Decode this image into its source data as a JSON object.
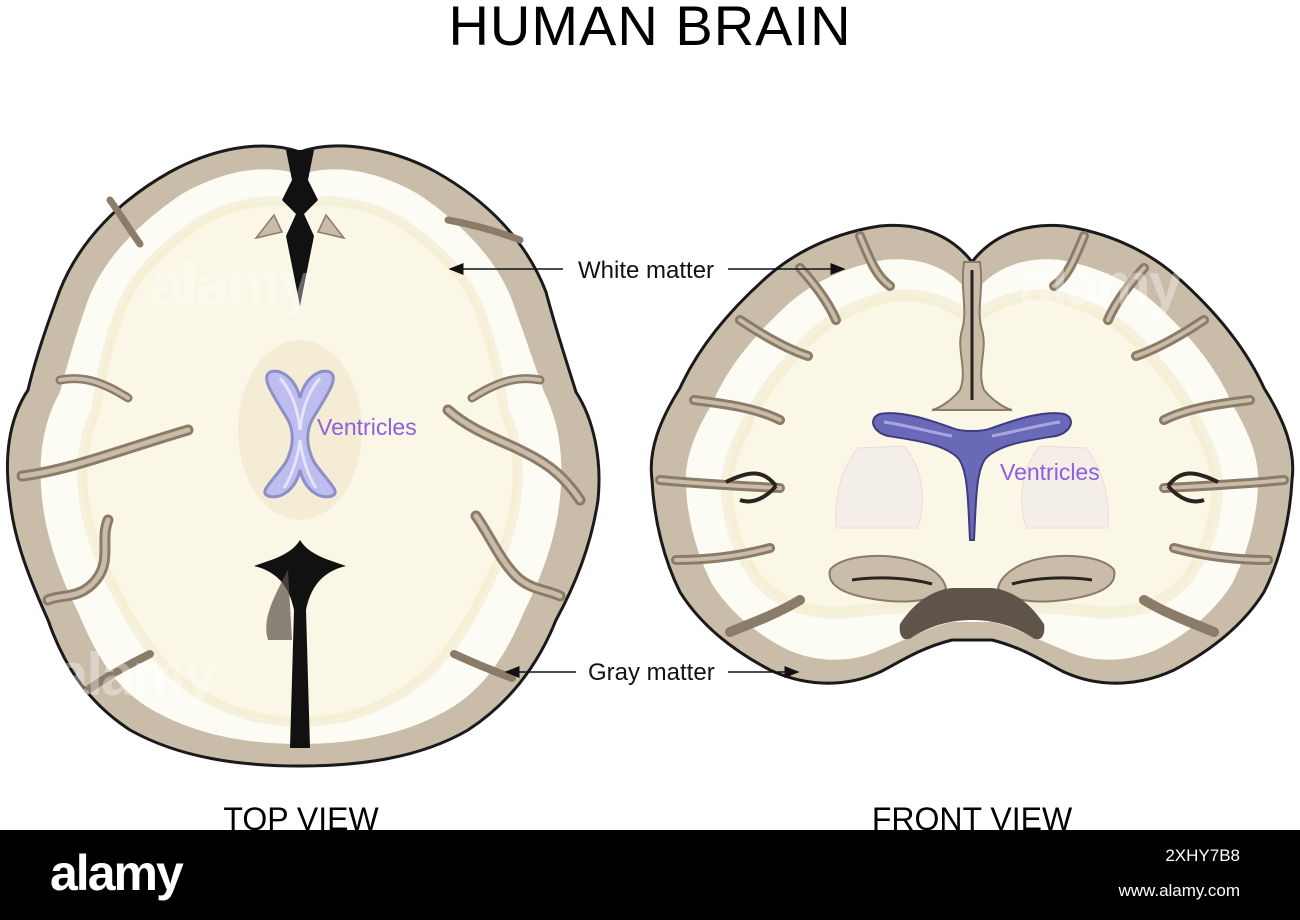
{
  "title": "HUMAN BRAIN",
  "labels": {
    "white_matter": "White matter",
    "gray_matter": "Gray matter",
    "ventricles_top": "Ventricles",
    "ventricles_front": "Ventricles",
    "top_view": "TOP VIEW",
    "front_view": "FRONT VIEW"
  },
  "footer": {
    "logo": "alamy",
    "image_id": "2XHY7B8",
    "site": "www.alamy.com"
  },
  "watermarks": [
    "alamy",
    "alamy",
    "alamy"
  ],
  "colors": {
    "gray_matter": "#c9bca8",
    "gray_matter_dark": "#8a7c68",
    "white_matter": "#fdfcf4",
    "white_matter_shade": "#f4ecd4",
    "ventricle_top": "#bdbdf0",
    "ventricle_front": "#6a69b8",
    "label_purple": "#8e5fe0",
    "outline": "#1a1a1a"
  }
}
